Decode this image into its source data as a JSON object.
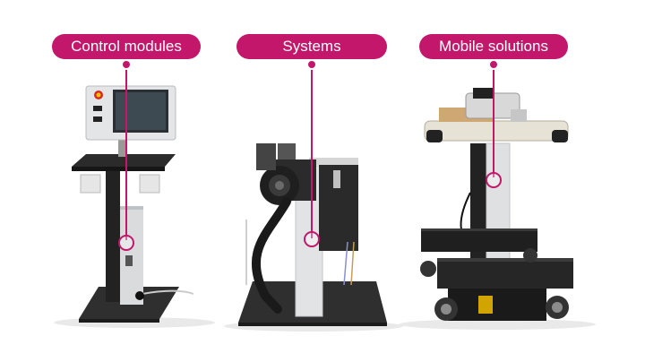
{
  "labels": {
    "control": "Control modules",
    "systems": "Systems",
    "mobile": "Mobile solutions"
  },
  "colors": {
    "accent": "#c2176b",
    "background": "#ffffff"
  }
}
